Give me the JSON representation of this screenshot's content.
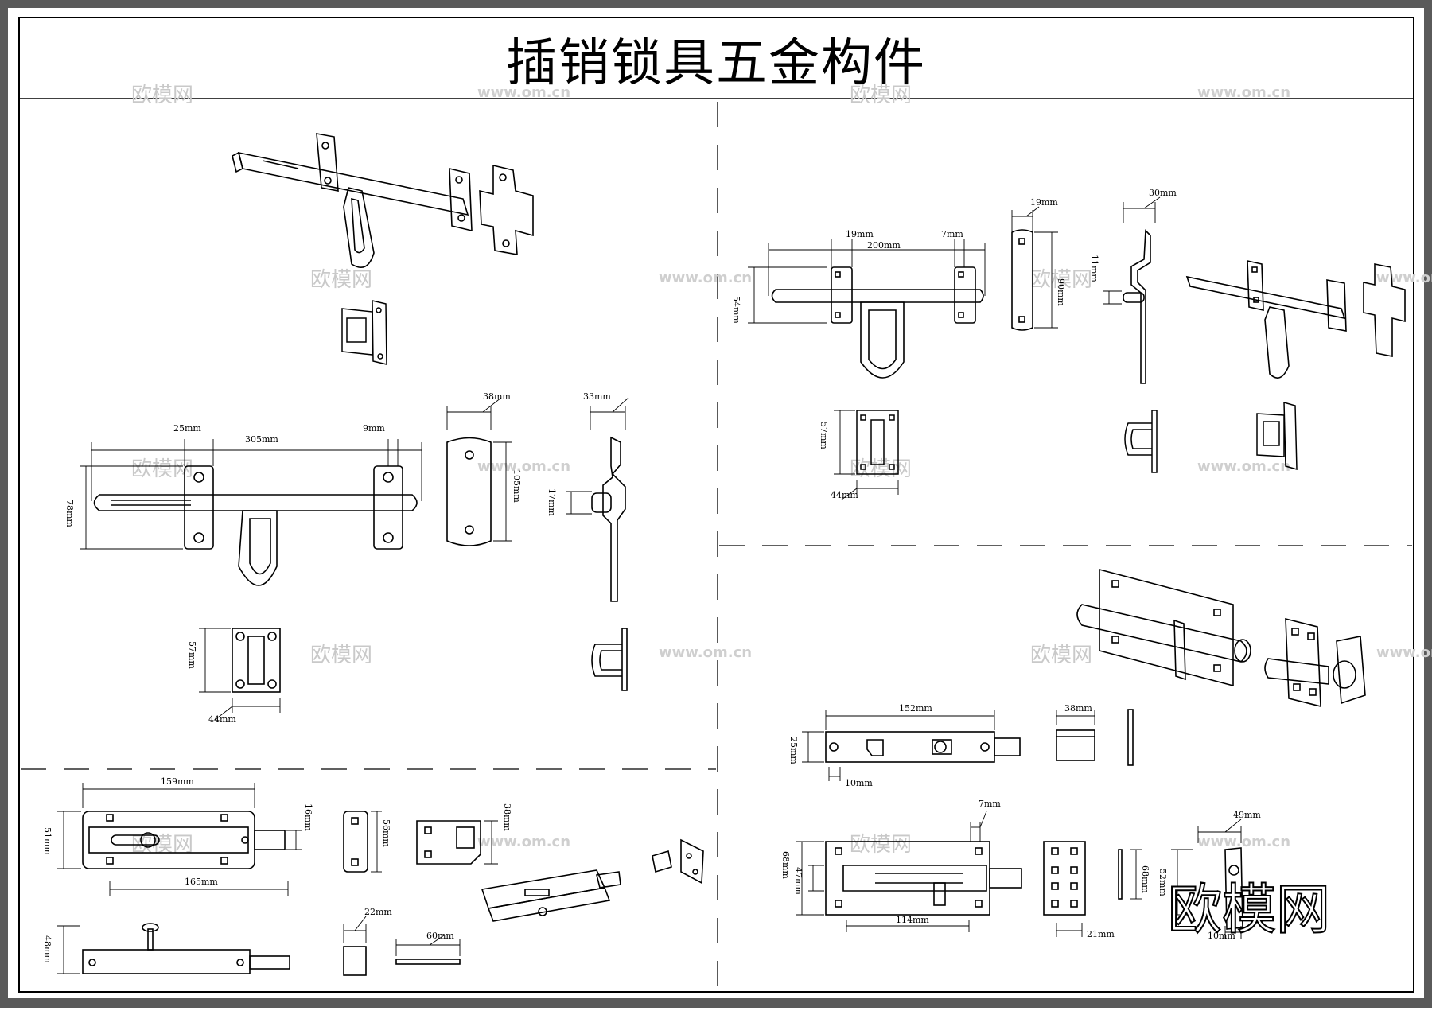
{
  "title": "插销锁具五金构件",
  "brand": "欧模网",
  "watermark_text": "欧模网",
  "watermark_url": "www.om.cn",
  "dimensions": {
    "tl_25": "25mm",
    "tl_305": "305mm",
    "tl_9": "9mm",
    "tl_78": "78mm",
    "tl_38": "38mm",
    "tl_105": "105mm",
    "tl_33": "33mm",
    "tl_17": "17mm",
    "tl_57": "57mm",
    "tl_44": "44mm",
    "tr_19a": "19mm",
    "tr_200": "200mm",
    "tr_7": "7mm",
    "tr_54": "54mm",
    "tr_19b": "19mm",
    "tr_90": "90mm",
    "tr_30": "30mm",
    "tr_11": "11mm",
    "tr_57": "57mm",
    "tr_44": "44mm",
    "bl_159": "159mm",
    "bl_51": "51mm",
    "bl_16": "16mm",
    "bl_165": "165mm",
    "bl_56": "56mm",
    "bl_38": "38mm",
    "bl_48": "48mm",
    "bl_22": "22mm",
    "bl_60": "60mm",
    "br_152": "152mm",
    "br_25": "25mm",
    "br_10a": "10mm",
    "br_38": "38mm",
    "br_7": "7mm",
    "br_68a": "68mm",
    "br_47": "47mm",
    "br_114": "114mm",
    "br_68b": "68mm",
    "br_21": "21mm",
    "br_49": "49mm",
    "br_52": "52mm",
    "br_10b": "10mm"
  },
  "colors": {
    "frame": "#5a5a5a",
    "line": "#000000",
    "watermark": "#c9c9c9"
  }
}
